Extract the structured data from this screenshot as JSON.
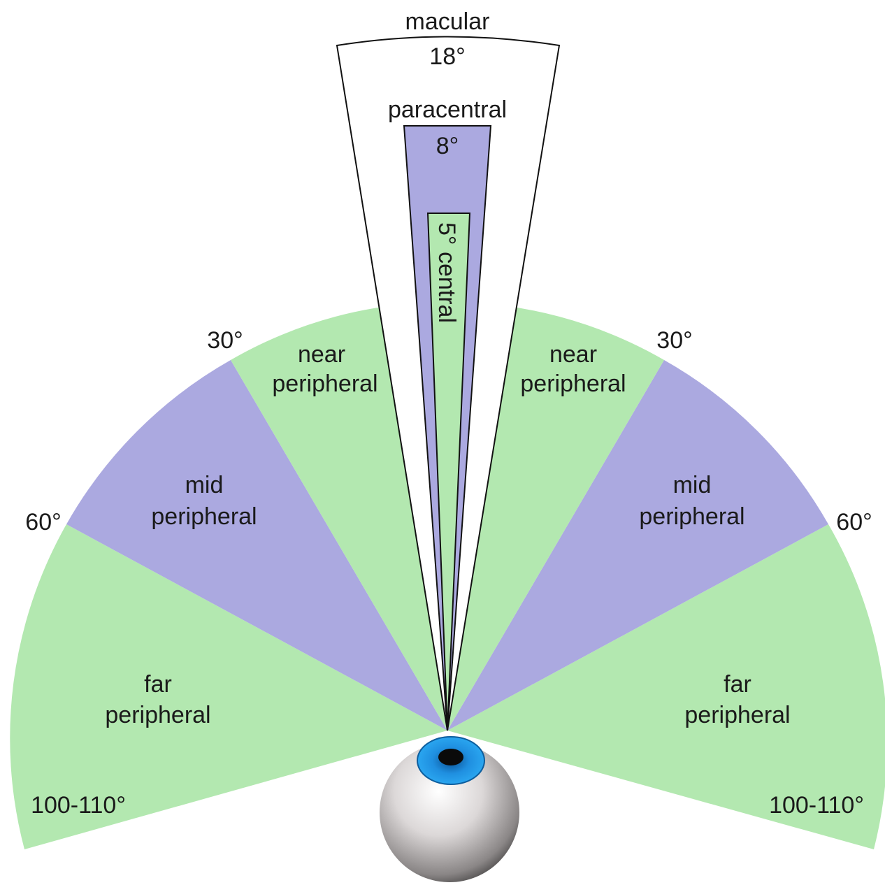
{
  "colors": {
    "green": "#b3e8b0",
    "purple": "#aba9e0",
    "outline": "#111111",
    "iris": "#1f8fe0",
    "pupil": "#0a0a0a"
  },
  "labels": {
    "macular": "macular",
    "macular_deg": "18°",
    "paracentral": "paracentral",
    "paracentral_deg": "8°",
    "central": "5° central",
    "near_peripheral_line1": "near",
    "near_peripheral_line2": "peripheral",
    "mid_peripheral_line1": "mid",
    "mid_peripheral_line2": "peripheral",
    "far_peripheral_line1": "far",
    "far_peripheral_line2": "peripheral",
    "deg_30": "30°",
    "deg_60": "60°",
    "deg_far": "100-110°"
  },
  "icons": {
    "eye": "eyeball-icon"
  }
}
